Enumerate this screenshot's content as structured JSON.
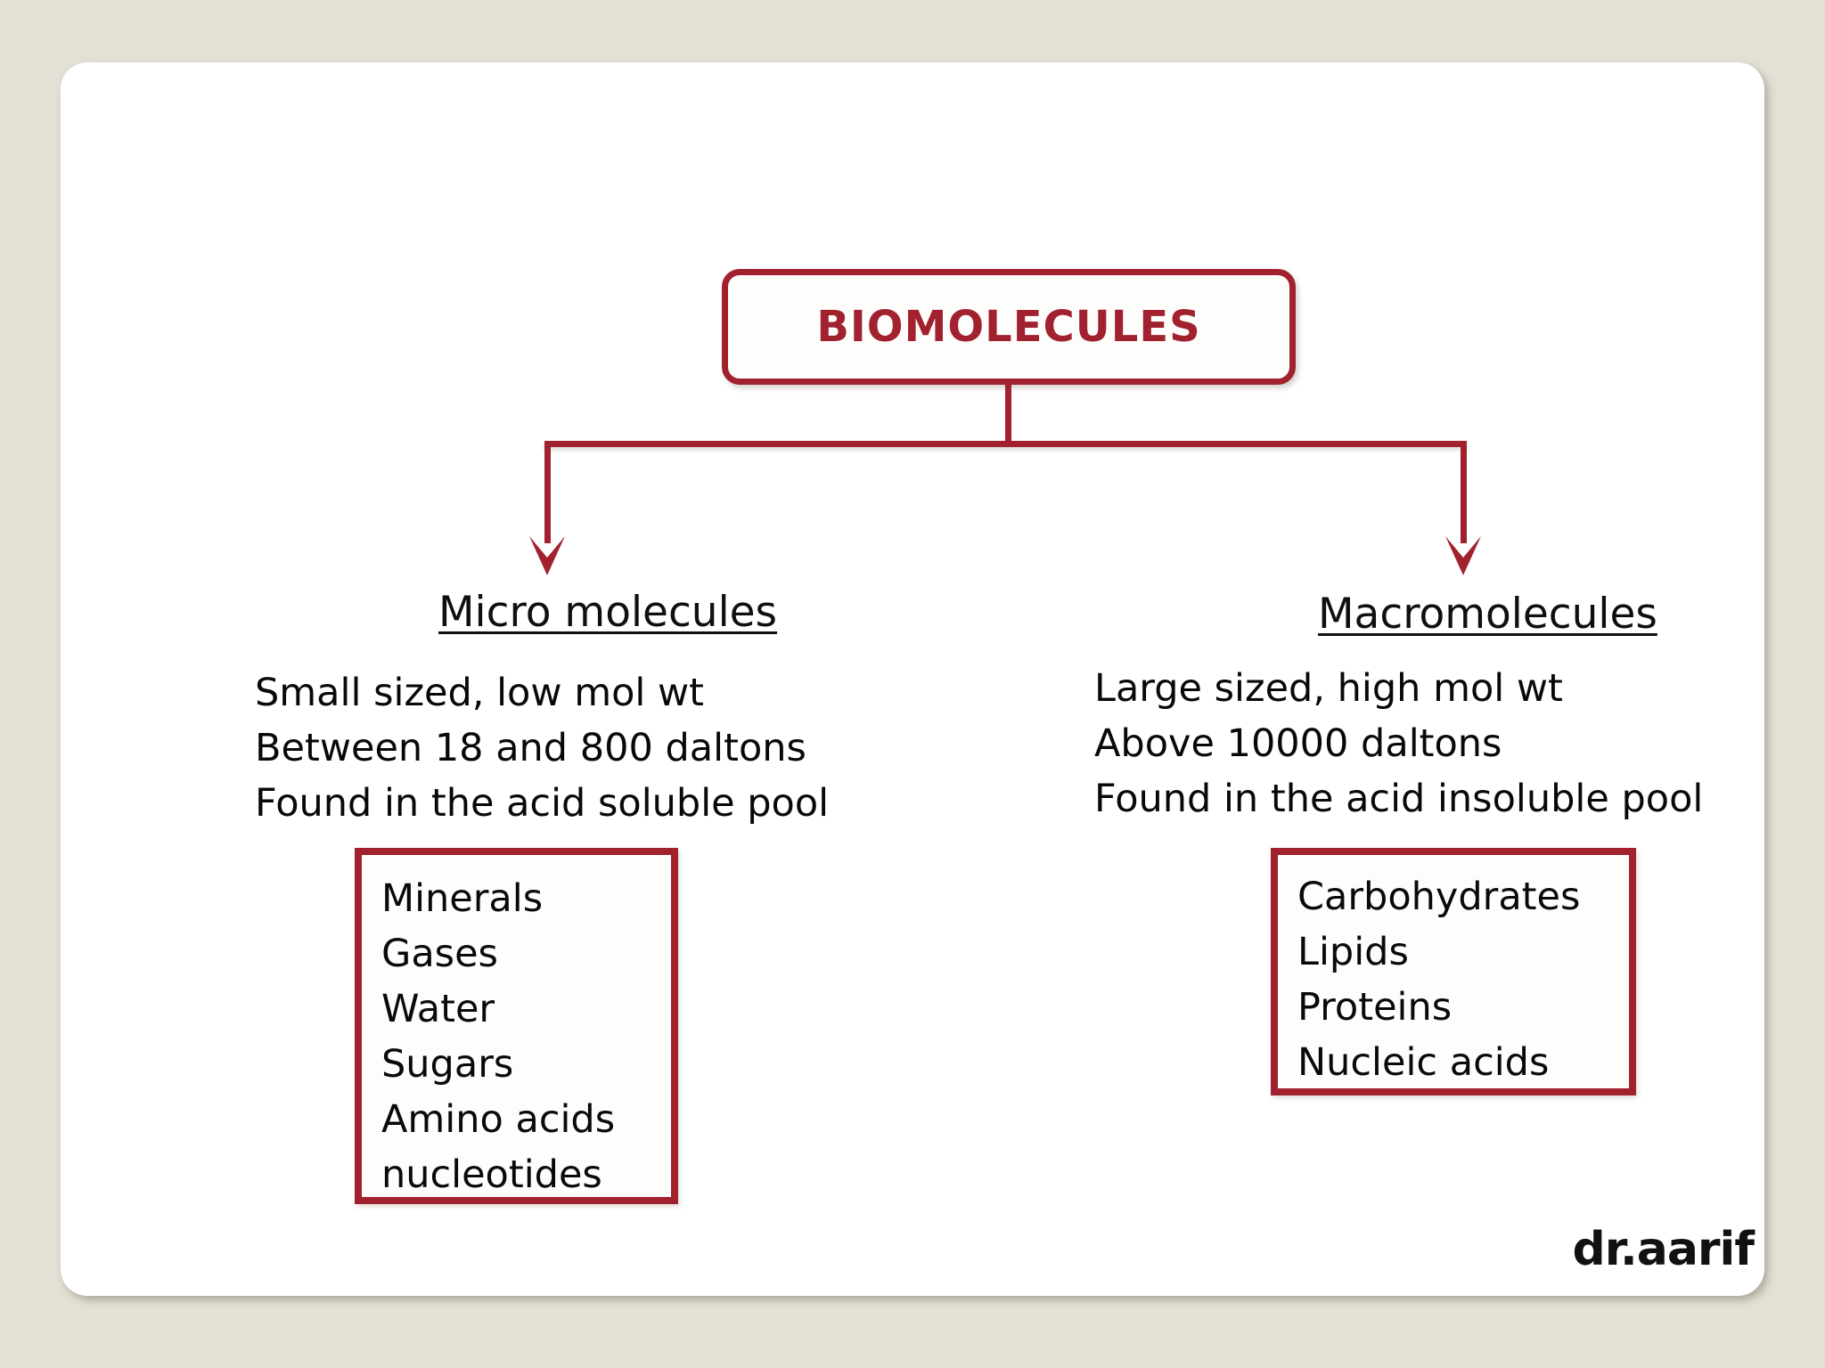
{
  "theme": {
    "page_background": "#e3e0d5",
    "card_background": "#ffffff",
    "accent_red": "#a2212f",
    "text_black": "#0f0f0f"
  },
  "diagram": {
    "type": "hierarchy-tree",
    "root": {
      "label": "BIOMOLECULES"
    },
    "branches": [
      {
        "heading": "Micro molecules",
        "description_lines": [
          "Small sized, low mol wt",
          "Between 18 and 800 daltons",
          "Found in the acid soluble pool"
        ],
        "examples": [
          "Minerals",
          "Gases",
          "Water",
          "Sugars",
          "Amino acids",
          "nucleotides"
        ]
      },
      {
        "heading": "Macromolecules",
        "description_lines": [
          "Large sized, high mol wt",
          "Above 10000 daltons",
          "Found in the acid insoluble pool"
        ],
        "examples": [
          "Carbohydrates",
          "Lipids",
          "Proteins",
          "Nucleic acids"
        ]
      }
    ]
  },
  "signature": {
    "label": "dr.aarif"
  }
}
